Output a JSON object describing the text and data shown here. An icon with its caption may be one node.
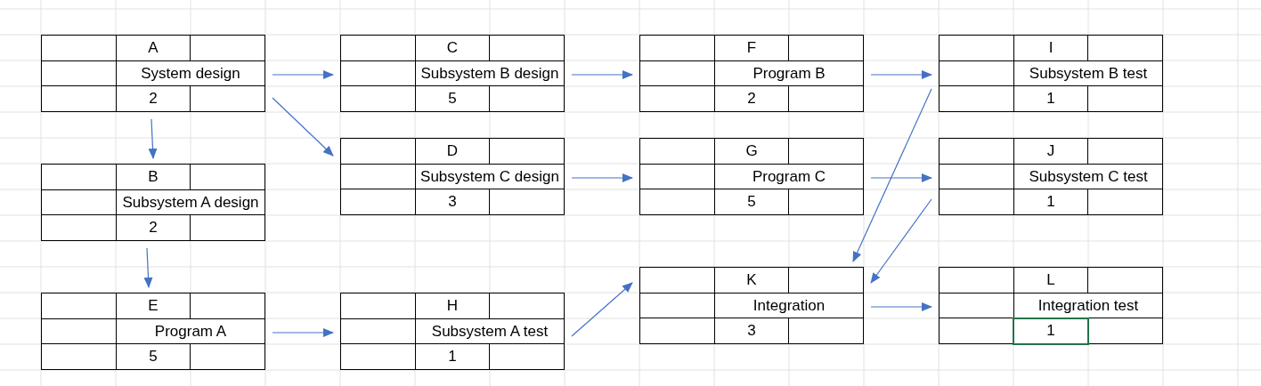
{
  "diagram": {
    "nodes": [
      {
        "text": [
          "A",
          "System design",
          "2"
        ]
      },
      {
        "text": [
          "B",
          "Subsystem A design",
          "2"
        ]
      },
      {
        "text": [
          "C",
          "Subsystem B design",
          "5"
        ]
      },
      {
        "text": [
          "D",
          "Subsystem C design",
          "3"
        ]
      },
      {
        "text": [
          "E",
          "Program A",
          "5"
        ]
      },
      {
        "text": [
          "F",
          "Program B",
          "2"
        ]
      },
      {
        "text": [
          "G",
          "Program C",
          "5"
        ]
      },
      {
        "text": [
          "H",
          "Subsystem A test",
          "1"
        ]
      },
      {
        "text": [
          "I",
          "Subsystem B test",
          "1"
        ]
      },
      {
        "text": [
          "J",
          "Subsystem C test",
          "1"
        ]
      },
      {
        "text": [
          "K",
          "Integration",
          "3"
        ]
      },
      {
        "text": [
          "L",
          "Integration test",
          "1"
        ]
      }
    ],
    "edges": [
      {
        "from": 0,
        "to": 2,
        "arrow": "to"
      },
      {
        "from": 0,
        "to": 3,
        "arrow": "to"
      },
      {
        "from": 0,
        "to": 1,
        "arrow": "to"
      },
      {
        "from": 2,
        "to": 5,
        "arrow": "to"
      },
      {
        "from": 3,
        "to": 6,
        "arrow": "to"
      },
      {
        "from": 1,
        "to": 4,
        "arrow": "to"
      },
      {
        "from": 4,
        "to": 7,
        "arrow": "to"
      },
      {
        "from": 7,
        "to": 10,
        "arrow": "to"
      },
      {
        "from": 5,
        "to": 8,
        "arrow": "to"
      },
      {
        "from": 6,
        "to": 9,
        "arrow": "to"
      },
      {
        "from": 8,
        "to": 10,
        "arrow": "to"
      },
      {
        "from": 9,
        "to": 10,
        "arrow": "to"
      },
      {
        "from": 10,
        "to": 11,
        "arrow": "to"
      }
    ]
  }
}
